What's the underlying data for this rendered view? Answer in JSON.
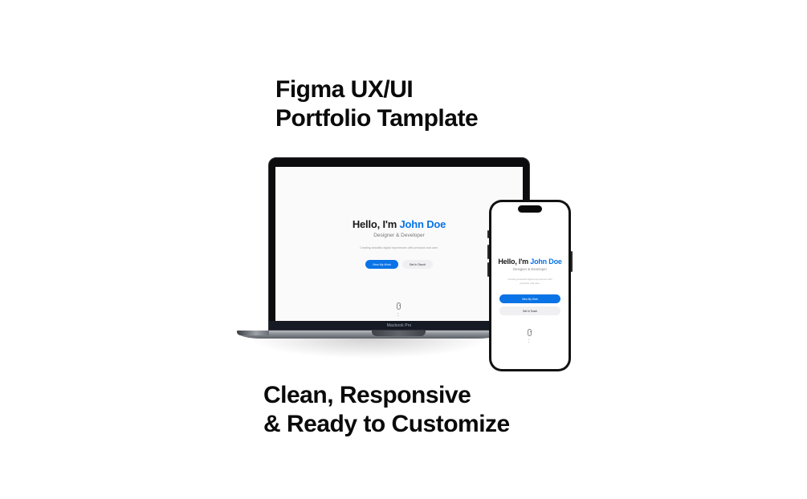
{
  "headlines": {
    "top": [
      "Figma UX/UI",
      "Portfolio Tamplate"
    ],
    "bottom": [
      "Clean, Responsive",
      "& Ready to Customize"
    ]
  },
  "laptop": {
    "label": "Macbook Pro",
    "hero": {
      "greeting": "Hello, I'm ",
      "name": "John Doe",
      "subtitle": "Designer & Developer",
      "description": "Creating beautiful digital experiences with precision and care.",
      "primary_button": "View My Work",
      "secondary_button": "Get In Touch",
      "scroll_icon": "mouse-scroll-icon",
      "chevron": "⌄"
    }
  },
  "phone": {
    "hero": {
      "greeting": "Hello, I'm ",
      "name": "John Doe",
      "subtitle": "Designer & Developer",
      "description": "Creating beautiful digital experiences with precision and care.",
      "primary_button": "View My Work",
      "secondary_button": "Get In Touch",
      "scroll_icon": "mouse-scroll-icon",
      "chevron": "⌄"
    }
  },
  "colors": {
    "accent": "#0a73e6",
    "text": "#0a0a0a",
    "button_secondary": "#f0f0f2"
  }
}
